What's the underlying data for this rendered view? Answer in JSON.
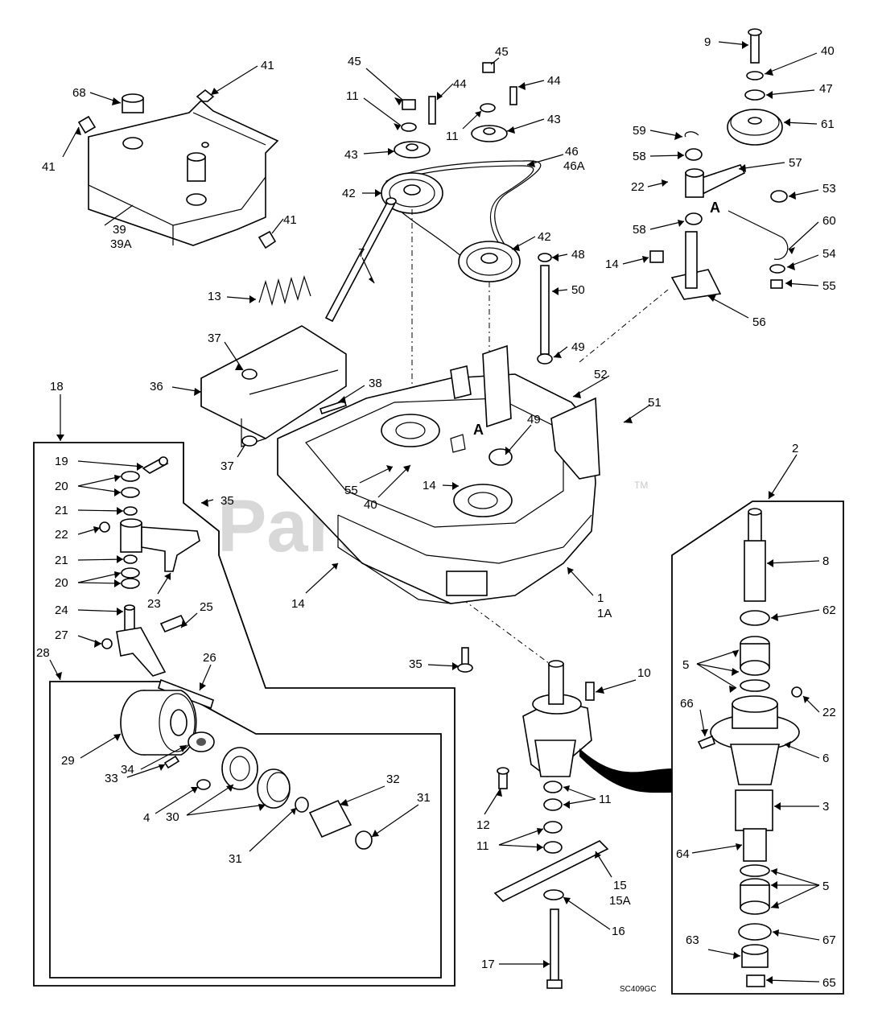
{
  "watermark": {
    "brand": "PartsTree",
    "trademark": "TM"
  },
  "drawing_code": "SC409GC",
  "reference_marks": [
    "A",
    "A"
  ],
  "callouts": [
    {
      "id": "c9",
      "text": "9"
    },
    {
      "id": "c40a",
      "text": "40"
    },
    {
      "id": "c47",
      "text": "47"
    },
    {
      "id": "c61",
      "text": "61"
    },
    {
      "id": "c59",
      "text": "59"
    },
    {
      "id": "c58a",
      "text": "58"
    },
    {
      "id": "c57",
      "text": "57"
    },
    {
      "id": "c22a",
      "text": "22"
    },
    {
      "id": "c53",
      "text": "53"
    },
    {
      "id": "c58b",
      "text": "58"
    },
    {
      "id": "c60",
      "text": "60"
    },
    {
      "id": "c14a",
      "text": "14"
    },
    {
      "id": "c54",
      "text": "54"
    },
    {
      "id": "c55a",
      "text": "55"
    },
    {
      "id": "c56",
      "text": "56"
    },
    {
      "id": "c45a",
      "text": "45"
    },
    {
      "id": "c45b",
      "text": "45"
    },
    {
      "id": "c44a",
      "text": "44"
    },
    {
      "id": "c44b",
      "text": "44"
    },
    {
      "id": "c11a",
      "text": "11"
    },
    {
      "id": "c11b",
      "text": "11"
    },
    {
      "id": "c43a",
      "text": "43"
    },
    {
      "id": "c43b",
      "text": "43"
    },
    {
      "id": "c46",
      "text": "46"
    },
    {
      "id": "c46a",
      "text": "46A"
    },
    {
      "id": "c42a",
      "text": "42"
    },
    {
      "id": "c42b",
      "text": "42"
    },
    {
      "id": "c48",
      "text": "48"
    },
    {
      "id": "c50",
      "text": "50"
    },
    {
      "id": "c49a",
      "text": "49"
    },
    {
      "id": "c49b",
      "text": "49"
    },
    {
      "id": "c68",
      "text": "68"
    },
    {
      "id": "c41a",
      "text": "41"
    },
    {
      "id": "c41b",
      "text": "41"
    },
    {
      "id": "c41c",
      "text": "41"
    },
    {
      "id": "c39",
      "text": "39"
    },
    {
      "id": "c39a",
      "text": "39A"
    },
    {
      "id": "c13",
      "text": "13"
    },
    {
      "id": "c7",
      "text": "7"
    },
    {
      "id": "c37a",
      "text": "37"
    },
    {
      "id": "c36",
      "text": "36"
    },
    {
      "id": "c38",
      "text": "38"
    },
    {
      "id": "c37b",
      "text": "37"
    },
    {
      "id": "c52",
      "text": "52"
    },
    {
      "id": "c51",
      "text": "51"
    },
    {
      "id": "c55b",
      "text": "55"
    },
    {
      "id": "c40b",
      "text": "40"
    },
    {
      "id": "c14b",
      "text": "14"
    },
    {
      "id": "c35a",
      "text": "35"
    },
    {
      "id": "c14c",
      "text": "14"
    },
    {
      "id": "c1",
      "text": "1"
    },
    {
      "id": "c1a",
      "text": "1A"
    },
    {
      "id": "c18",
      "text": "18"
    },
    {
      "id": "c19",
      "text": "19"
    },
    {
      "id": "c20a",
      "text": "20"
    },
    {
      "id": "c21a",
      "text": "21"
    },
    {
      "id": "c22b",
      "text": "22"
    },
    {
      "id": "c21b",
      "text": "21"
    },
    {
      "id": "c20b",
      "text": "20"
    },
    {
      "id": "c23",
      "text": "23"
    },
    {
      "id": "c24",
      "text": "24"
    },
    {
      "id": "c25",
      "text": "25"
    },
    {
      "id": "c27",
      "text": "27"
    },
    {
      "id": "c28",
      "text": "28"
    },
    {
      "id": "c26",
      "text": "26"
    },
    {
      "id": "c29",
      "text": "29"
    },
    {
      "id": "c34",
      "text": "34"
    },
    {
      "id": "c33",
      "text": "33"
    },
    {
      "id": "c4",
      "text": "4"
    },
    {
      "id": "c30",
      "text": "30"
    },
    {
      "id": "c32",
      "text": "32"
    },
    {
      "id": "c31a",
      "text": "31"
    },
    {
      "id": "c31b",
      "text": "31"
    },
    {
      "id": "c35b",
      "text": "35"
    },
    {
      "id": "c10",
      "text": "10"
    },
    {
      "id": "c12",
      "text": "12"
    },
    {
      "id": "c11c",
      "text": "11"
    },
    {
      "id": "c11d",
      "text": "11"
    },
    {
      "id": "c15",
      "text": "15"
    },
    {
      "id": "c15a",
      "text": "15A"
    },
    {
      "id": "c16",
      "text": "16"
    },
    {
      "id": "c17",
      "text": "17"
    },
    {
      "id": "c2",
      "text": "2"
    },
    {
      "id": "c8",
      "text": "8"
    },
    {
      "id": "c62",
      "text": "62"
    },
    {
      "id": "c5a",
      "text": "5"
    },
    {
      "id": "c22c",
      "text": "22"
    },
    {
      "id": "c66",
      "text": "66"
    },
    {
      "id": "c6",
      "text": "6"
    },
    {
      "id": "c3",
      "text": "3"
    },
    {
      "id": "c64",
      "text": "64"
    },
    {
      "id": "c5b",
      "text": "5"
    },
    {
      "id": "c67",
      "text": "67"
    },
    {
      "id": "c63",
      "text": "63"
    },
    {
      "id": "c65",
      "text": "65"
    }
  ]
}
